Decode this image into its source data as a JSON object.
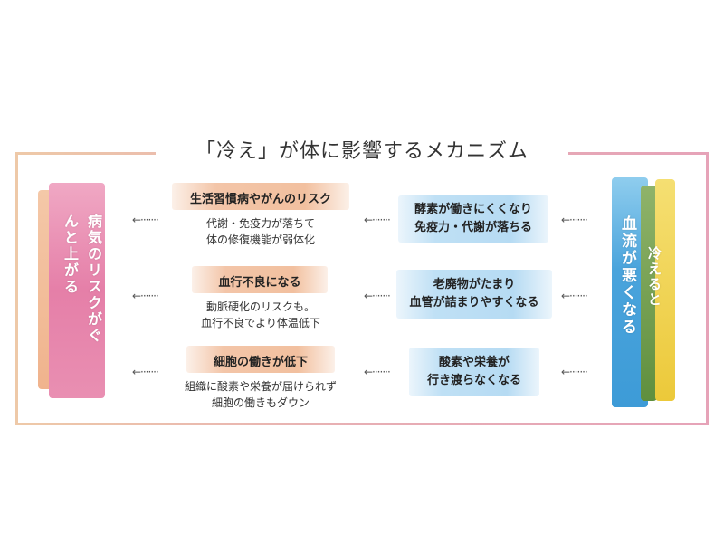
{
  "title": "「冷え」が体に影響するメカニズム",
  "right_bar": {
    "text_blue": "血流が悪くなる",
    "text_yellow": "冷えると",
    "colors": {
      "blue": "#5aaee0",
      "green": "#6d9a4b",
      "yellow": "#efd24a"
    }
  },
  "left_bar": {
    "text": "病気のリスクがぐんと上がる",
    "colors": {
      "pink": "#e88ab0",
      "orange": "#f0b98f"
    }
  },
  "rows": [
    {
      "cause": "酵素が働きにくくなり\n免疫力・代謝が落ちる",
      "effect_title": "生活習慣病やがんのリスク",
      "effect_desc": "代謝・免疫力が落ちて\n体の修復機能が弱体化"
    },
    {
      "cause": "老廃物がたまり\n血管が詰まりやすくなる",
      "effect_title": "血行不良になる",
      "effect_desc": "動脈硬化のリスクも。\n血行不良でより体温低下"
    },
    {
      "cause": "酸素や栄養が\n行き渡らなくなる",
      "effect_title": "細胞の働きが低下",
      "effect_desc": "組織に酸素や栄養が届けられず\n細胞の働きもダウン"
    }
  ],
  "arrow_glyph": "←·······"
}
